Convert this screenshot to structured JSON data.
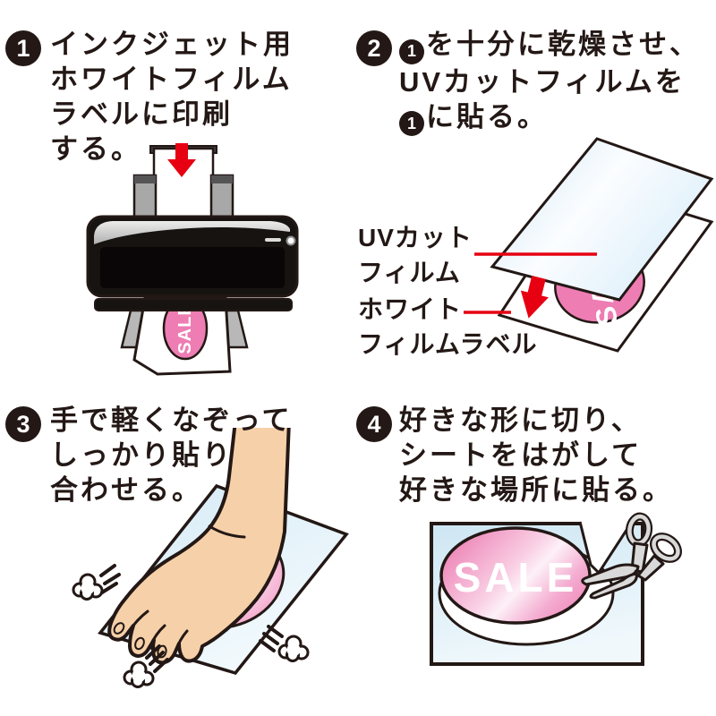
{
  "sale_label": "SALE",
  "colors": {
    "accent_red": "#e60012",
    "label_pink": "#ee7db4",
    "film_blue": "#d5eaf6",
    "ink_black": "#231815",
    "scissors_gray": "#d9d9d9",
    "skin": "#f6d0a8"
  },
  "steps": [
    {
      "number": "1",
      "lines": [
        {
          "text": "インクジェット用"
        },
        {
          "text": "ホワイトフィルム"
        },
        {
          "text": "ラベルに印刷"
        },
        {
          "text": "する。"
        }
      ]
    },
    {
      "number": "2",
      "lines": [
        {
          "badge": "1",
          "text": "を十分に乾燥させ、"
        },
        {
          "text": "UVカットフィルムを"
        },
        {
          "badge": "1",
          "text": "に貼る。"
        }
      ],
      "callouts": [
        {
          "line1": "UVカット",
          "line2": "フィルム"
        },
        {
          "line1": "ホワイト",
          "line2": "フィルムラベル"
        }
      ]
    },
    {
      "number": "3",
      "lines": [
        {
          "text": "手で軽くなぞって"
        },
        {
          "text": "しっかり貼り"
        },
        {
          "text": "合わせる。"
        }
      ]
    },
    {
      "number": "4",
      "lines": [
        {
          "text": "好きな形に切り、"
        },
        {
          "text": "シートをはがして"
        },
        {
          "text": "好きな場所に貼る。"
        }
      ]
    }
  ]
}
